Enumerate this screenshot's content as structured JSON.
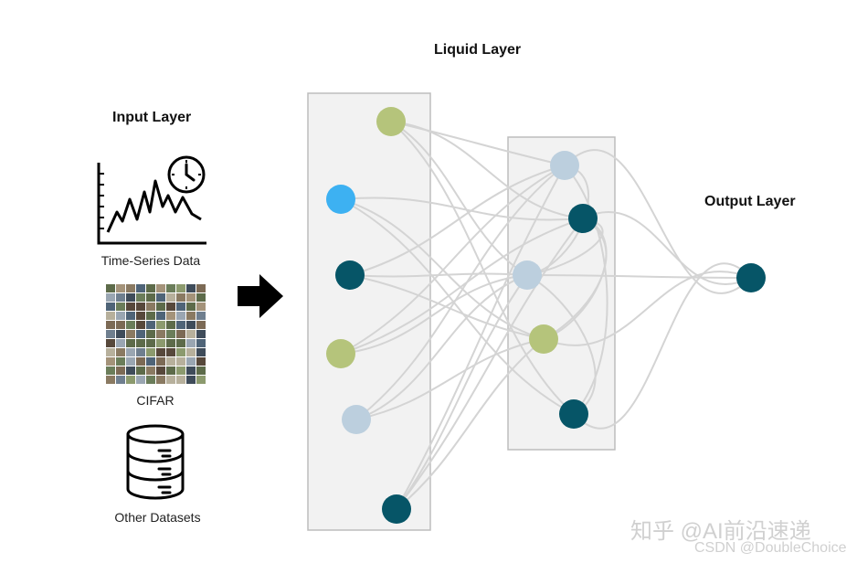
{
  "input_layer": {
    "title": "Input Layer",
    "sources": [
      {
        "label": "Time-Series Data",
        "icon": "time-series-chart-with-clock-icon"
      },
      {
        "label": "CIFAR",
        "icon": "image-grid-thumbnail"
      },
      {
        "label": "Other Datasets",
        "icon": "database-stack-icon"
      }
    ]
  },
  "arrow": {
    "icon": "right-arrow-icon",
    "color": "#000000"
  },
  "liquid_layer": {
    "title": "Liquid Layer",
    "columns": [
      {
        "neurons": [
          "#b5c47b",
          "#3db1f2",
          "#065567",
          "#b5c47b",
          "#bccfde",
          "#065567"
        ]
      },
      {
        "neurons": [
          "#bccfde",
          "#065567",
          "#bccfde",
          "#b5c47b",
          "#065567"
        ]
      }
    ]
  },
  "output_layer": {
    "title": "Output Layer",
    "neurons": [
      "#065567"
    ]
  },
  "colors": {
    "connection": "#d4d4d4",
    "box_fill": "#f2f2f2",
    "box_border": "#bdbdbd",
    "olive": "#b5c47b",
    "sky": "#3db1f2",
    "teal": "#065567",
    "pale_blue": "#bccfde"
  },
  "watermark": {
    "line1": "知乎 @AI前沿速递",
    "line2": "CSDN @DoubleChoice"
  }
}
